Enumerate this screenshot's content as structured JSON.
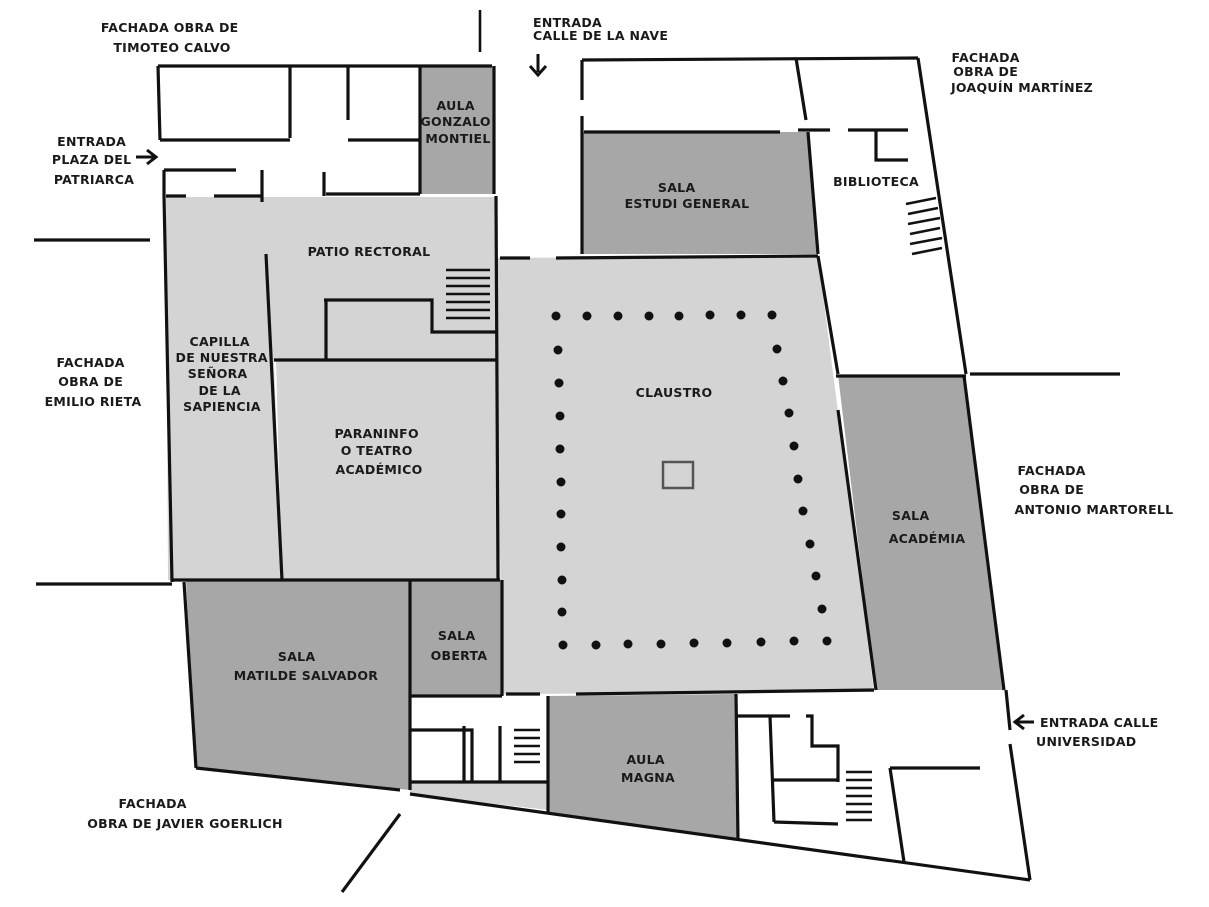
{
  "colors": {
    "room_light": "#d4d4d4",
    "room_dark": "#a7a7a7",
    "wall": "#111111",
    "background": "#ffffff"
  },
  "labels": {
    "fachada_timoteo": [
      "FACHADA OBRA DE",
      "TIMOTEO CALVO"
    ],
    "entrada_nave": [
      "ENTRADA",
      "CALLE DE LA NAVE"
    ],
    "fachada_joaquin": [
      "FACHADA",
      "OBRA DE",
      "JOAQUÍN MARTÍNEZ"
    ],
    "entrada_patriarca": [
      "ENTRADA",
      "PLAZA DEL",
      "PATRIARCA"
    ],
    "aula_gonzalo": [
      "AULA",
      "GONZALO",
      "MONTIEL"
    ],
    "sala_estudi": [
      "SALA",
      "ESTUDI GENERAL"
    ],
    "biblioteca": [
      "BIBLIOTECA"
    ],
    "patio_rectoral": [
      "PATIO RECTORAL"
    ],
    "capilla": [
      "CAPILLA",
      "DE NUESTRA",
      "SEÑORA",
      "DE LA",
      "SAPIENCIA"
    ],
    "fachada_emilio": [
      "FACHADA",
      "OBRA DE",
      "EMILIO RIETA"
    ],
    "claustro": [
      "CLAUSTRO"
    ],
    "paraninfo": [
      "PARANINFO",
      "O TEATRO",
      "ACADÉMICO"
    ],
    "fachada_antonio": [
      "FACHADA",
      "OBRA DE",
      "ANTONIO MARTORELL"
    ],
    "sala_academia": [
      "SALA",
      "ACADÉMIA"
    ],
    "sala_matilde": [
      "SALA",
      "MATILDE SALVADOR"
    ],
    "sala_oberta": [
      "SALA",
      "OBERTA"
    ],
    "entrada_universidad": [
      "ENTRADA CALLE",
      "UNIVERSIDAD"
    ],
    "aula_magna": [
      "AULA",
      "MAGNA"
    ],
    "fachada_javier": [
      "FACHADA",
      "OBRA DE JAVIER GOERLICH"
    ]
  },
  "icons": {
    "arrow_down": "arrow-down-icon",
    "arrow_right": "arrow-right-icon",
    "arrow_left": "arrow-left-icon",
    "stairs": "stairs-icon",
    "column": "column-dot-icon",
    "fountain": "fountain-icon"
  }
}
